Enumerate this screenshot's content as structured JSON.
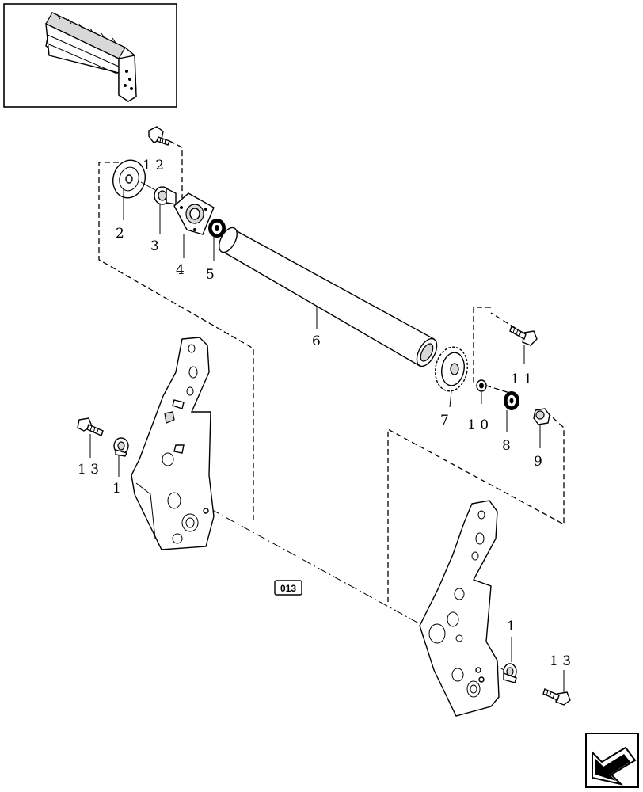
{
  "diagram": {
    "callouts": {
      "c1_left": "1",
      "c1_right": "1",
      "c2": "2",
      "c3": "3",
      "c4": "4",
      "c5": "5",
      "c6": "6",
      "c7": "7",
      "c8": "8",
      "c9": "9",
      "c10": "1 0",
      "c11": "1 1",
      "c12": "1 2",
      "c13_left": "1 3",
      "c13_right": "1 3"
    },
    "reference_box": "013"
  },
  "colors": {
    "line": "#000000",
    "background": "#ffffff",
    "shade": "#d8d8d8"
  },
  "icons": [
    "thumbnail-roller-assembly",
    "navigation-arrow-icon"
  ]
}
